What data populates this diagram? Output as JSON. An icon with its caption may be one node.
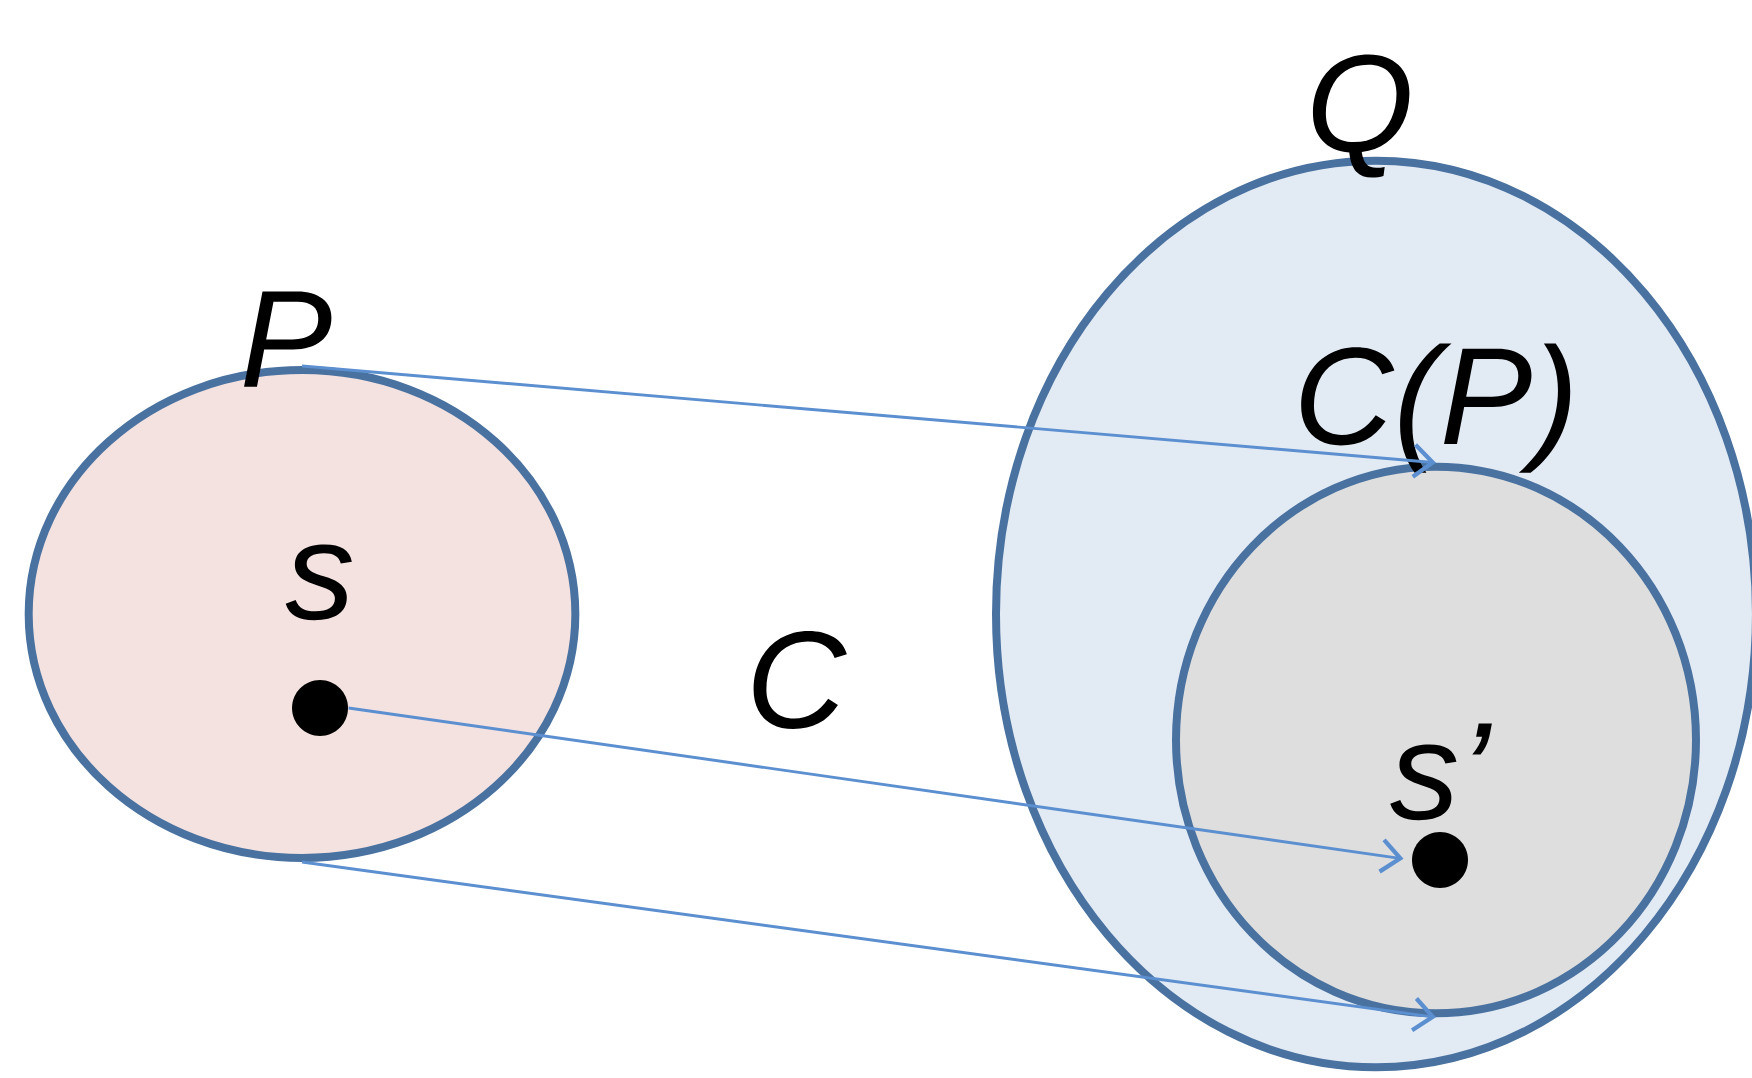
{
  "diagram": {
    "nodes": [
      {
        "text": [
          "P"
        ]
      },
      {
        "text": [],
        "shape": "circle",
        "in": 0,
        "beside": [
          "s"
        ]
      },
      {
        "text": [
          "Q"
        ]
      },
      {
        "text": [
          "C(P)"
        ],
        "in": 2
      },
      {
        "text": [],
        "shape": "circle",
        "in": 3,
        "beside": [
          "s’"
        ]
      }
    ],
    "edges": [
      {
        "from": 0,
        "to": 3,
        "arrow": "to"
      },
      {
        "from": 1,
        "to": 4,
        "arrow": "to"
      },
      {
        "from": 0,
        "to": 3,
        "arrow": "to"
      }
    ],
    "labels": [
      "C"
    ]
  }
}
